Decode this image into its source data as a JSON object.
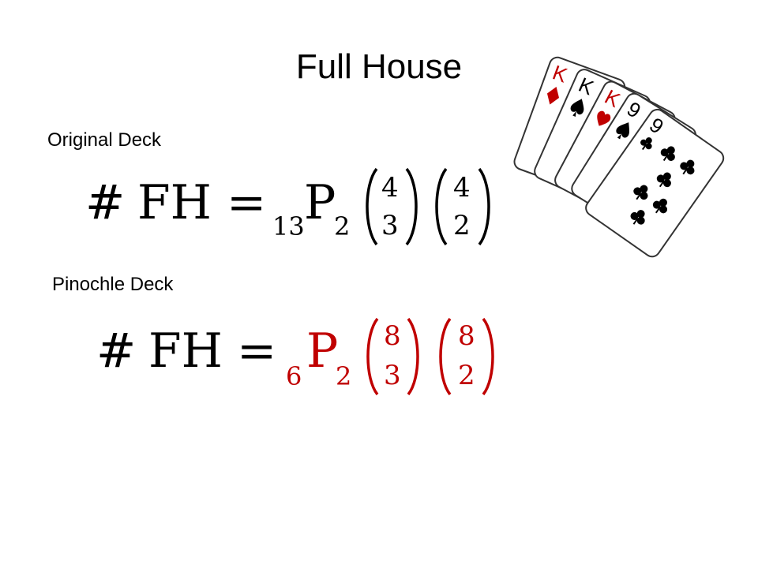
{
  "slide": {
    "title": "Full House"
  },
  "original": {
    "label": "Original Deck",
    "hash": "#",
    "fh": "FH",
    "equals": "=",
    "perm_n": "13",
    "perm_p": "P",
    "perm_k": "2",
    "binom1_top": "4",
    "binom1_bottom": "3",
    "binom2_top": "4",
    "binom2_bottom": "2"
  },
  "pinochle": {
    "label": "Pinochle Deck",
    "hash": "#",
    "fh": "FH",
    "equals": "=",
    "perm_n": "6",
    "perm_p": "P",
    "perm_k": "2",
    "binom1_top": "8",
    "binom1_bottom": "3",
    "binom2_top": "8",
    "binom2_bottom": "2",
    "highlight_color": "#c00000"
  },
  "cards_image": {
    "cards": [
      {
        "rank": "K",
        "suit": "diamond-icon"
      },
      {
        "rank": "K",
        "suit": "spade-icon"
      },
      {
        "rank": "K",
        "suit": "heart-icon"
      },
      {
        "rank": "9",
        "suit": "spade-icon"
      },
      {
        "rank": "9",
        "suit": "club-icon"
      }
    ]
  }
}
